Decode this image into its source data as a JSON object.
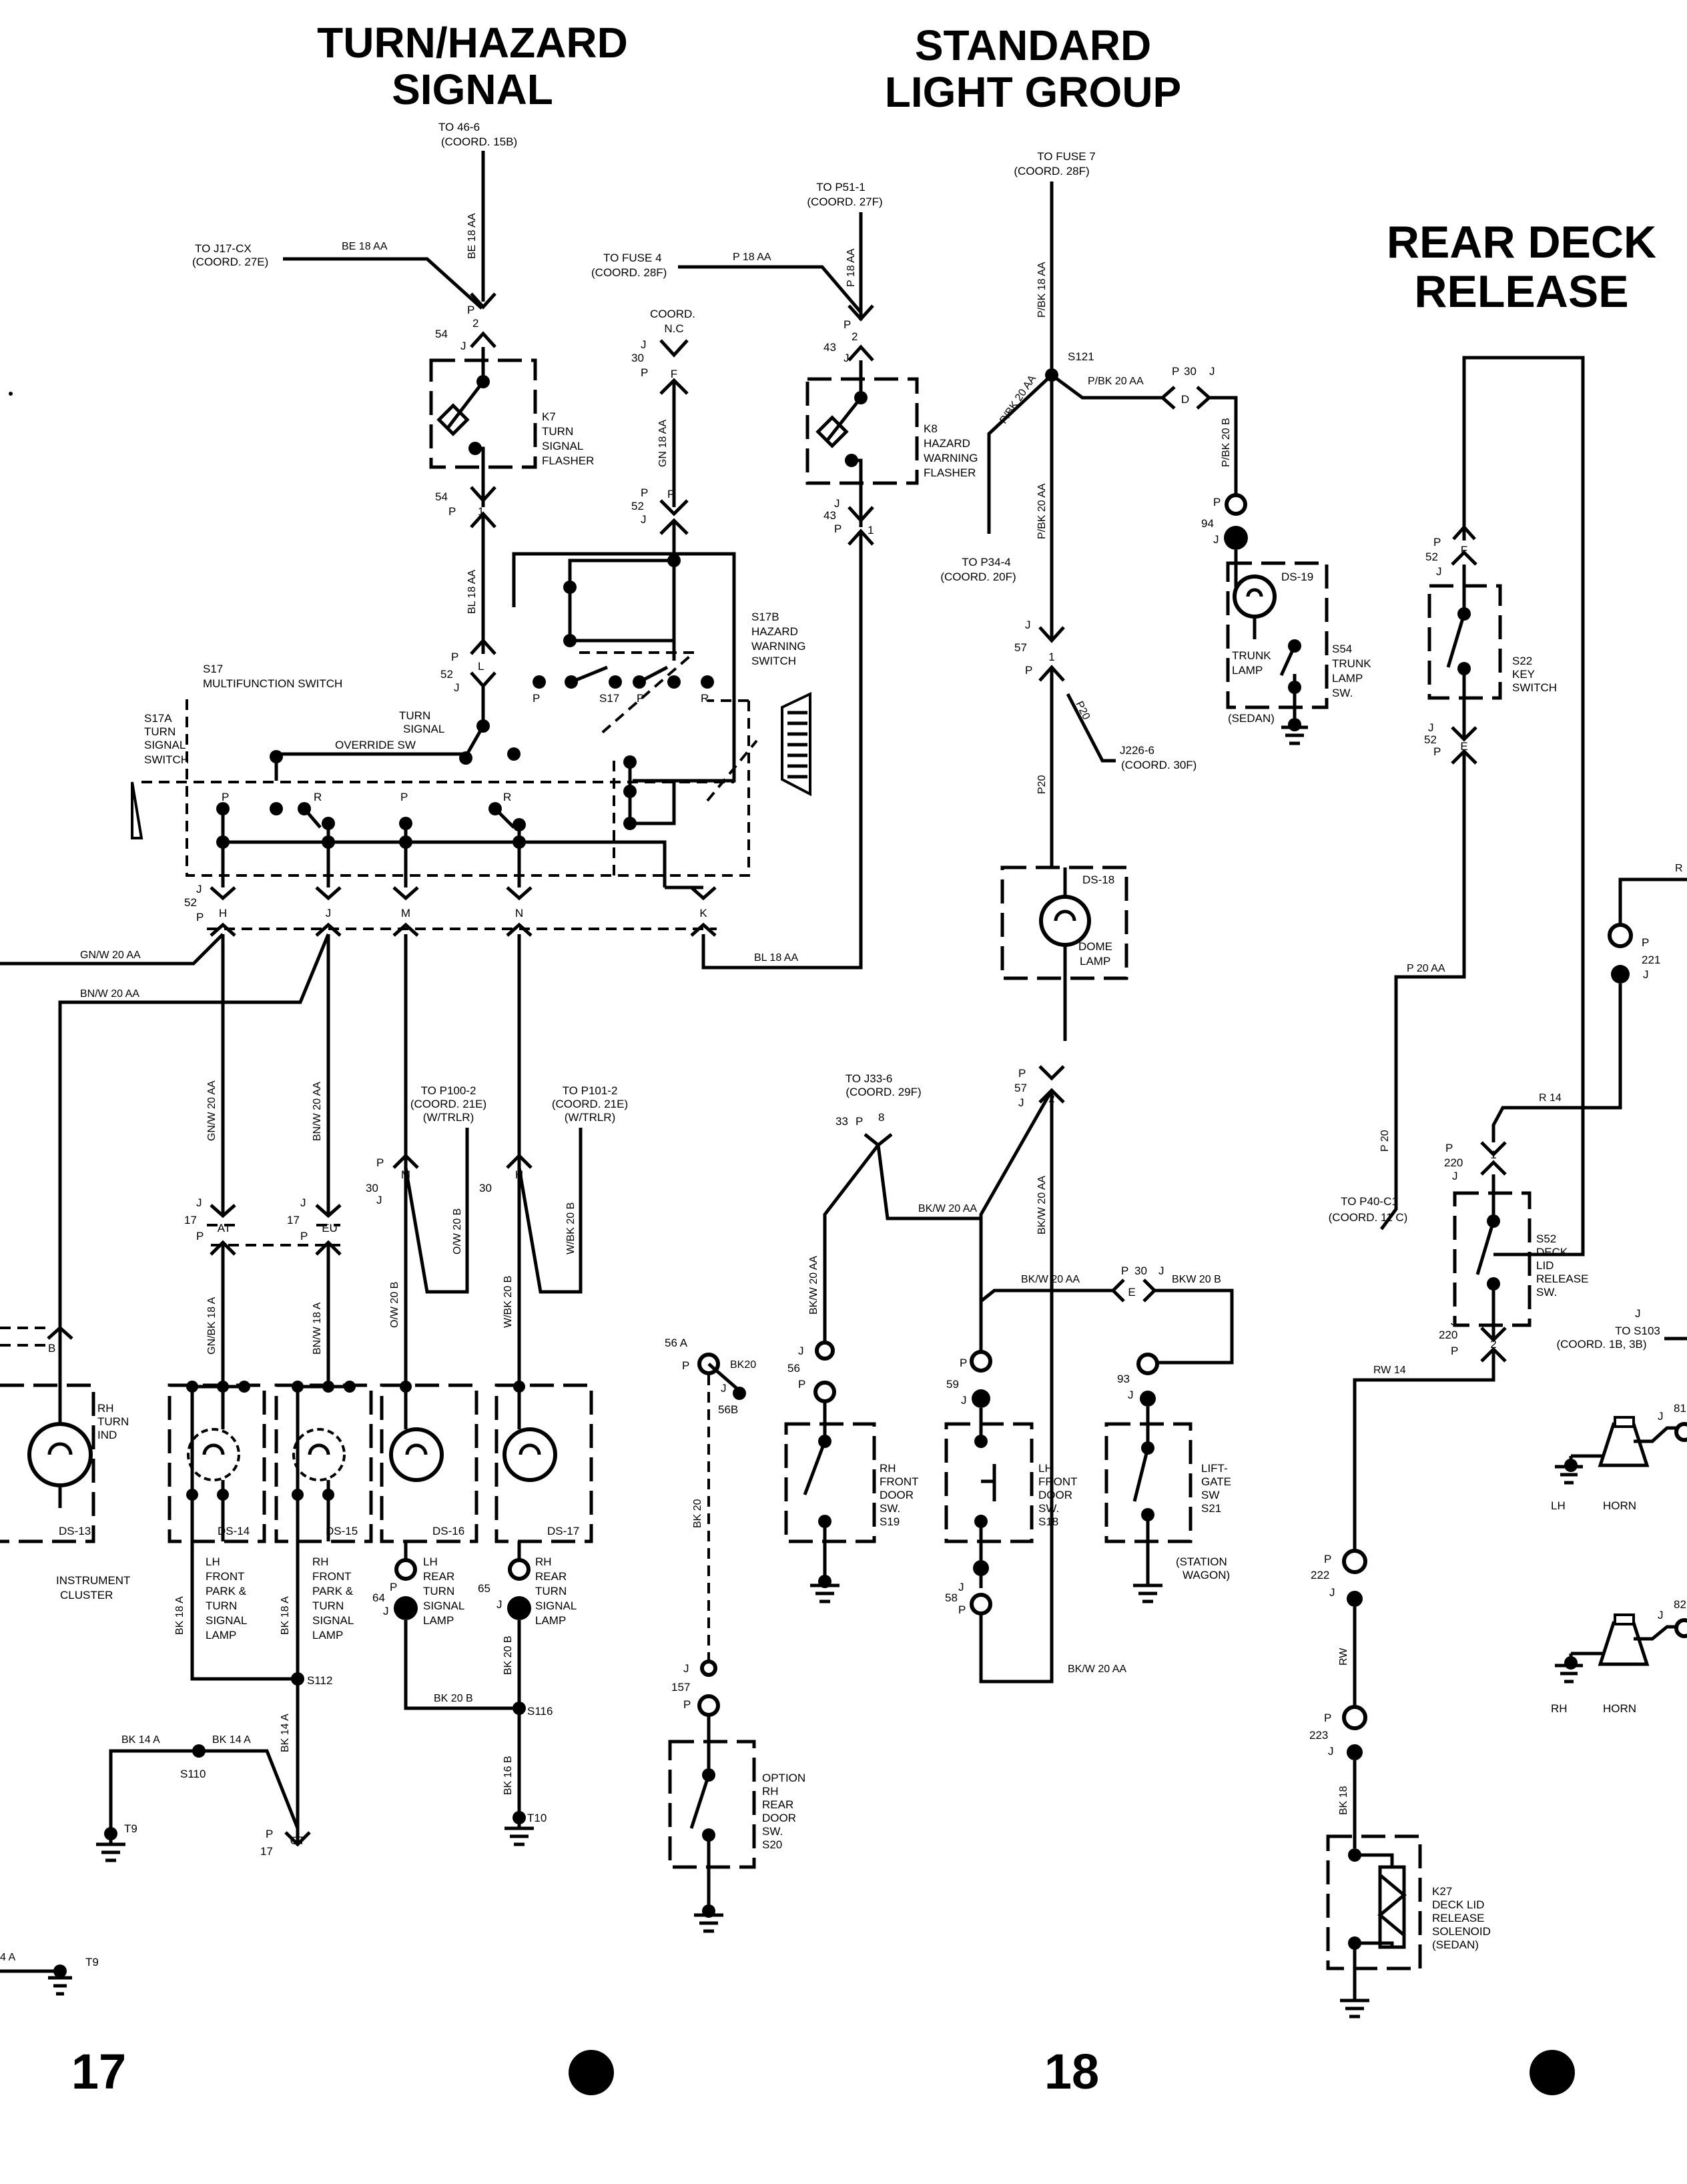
{
  "titles": {
    "turn_hazard": [
      "TURN/HAZARD",
      "SIGNAL"
    ],
    "standard_light": [
      "STANDARD",
      "LIGHT GROUP"
    ],
    "rear_deck": [
      "REAR DECK",
      "RELEASE"
    ]
  },
  "page_numbers": {
    "left": "17",
    "right": "18"
  },
  "references": {
    "to_46_6": [
      "TO 46-6",
      "(COORD. 15B)"
    ],
    "to_j17_cx": [
      "TO J17-CX",
      "(COORD. 27E)"
    ],
    "to_fuse4": [
      "TO FUSE 4",
      "(COORD. 28F)"
    ],
    "coord_nc": [
      "COORD.",
      "N.C"
    ],
    "to_p51_1": [
      "TO P51-1",
      "(COORD. 27F)"
    ],
    "to_fuse7": [
      "TO FUSE 7",
      "(COORD. 28F)"
    ],
    "to_p34_4": [
      "TO P34-4",
      "(COORD. 20F)"
    ],
    "j226_6": [
      "J226-6",
      "(COORD. 30F)"
    ],
    "to_p100_2": [
      "TO P100-2",
      "(COORD. 21E)",
      "(W/TRLR)"
    ],
    "to_p101_2": [
      "TO P101-2",
      "(COORD. 21E)",
      "(W/TRLR)"
    ],
    "to_j33_6": [
      "TO J33-6",
      "(COORD. 29F)"
    ],
    "to_p40_c1": [
      "TO P40-C1",
      "(COORD. 11 C)"
    ],
    "to_s103": [
      "TO S103",
      "(COORD. 1B, 3B)"
    ]
  },
  "components": {
    "k7": [
      "K7",
      "TURN",
      "SIGNAL",
      "FLASHER"
    ],
    "k8": [
      "K8",
      "HAZARD",
      "WARNING",
      "FLASHER"
    ],
    "s17": [
      "S17",
      "MULTIFUNCTION SWITCH"
    ],
    "s17a": [
      "S17A",
      "TURN",
      "SIGNAL",
      "SWITCH"
    ],
    "s17b": [
      "S17B",
      "HAZARD",
      "WARNING",
      "SWITCH"
    ],
    "override": [
      "TURN",
      "SIGNAL",
      "OVERRIDE SW"
    ],
    "ds19": "DS-19",
    "trunk_lamp": [
      "TRUNK",
      "LAMP"
    ],
    "sedan": "(SEDAN)",
    "s54": [
      "S54",
      "TRUNK",
      "LAMP",
      "SW."
    ],
    "ds18": "DS-18",
    "dome_lamp": [
      "DOME",
      "LAMP"
    ],
    "s22": [
      "S22",
      "KEY",
      "SWITCH"
    ],
    "s52": [
      "S52",
      "DECK",
      "LID",
      "RELEASE",
      "SW."
    ],
    "rh_turn_ind": [
      "RH",
      "TURN",
      "IND"
    ],
    "ds13": "DS-13",
    "instrument_cluster": [
      "INSTRUMENT",
      "CLUSTER"
    ],
    "ds14": "DS-14",
    "ds15": "DS-15",
    "ds16": "DS-16",
    "ds17": "DS-17",
    "lh_front_park": [
      "LH",
      "FRONT",
      "PARK &",
      "TURN",
      "SIGNAL",
      "LAMP"
    ],
    "rh_front_park": [
      "RH",
      "FRONT",
      "PARK &",
      "TURN",
      "SIGNAL",
      "LAMP"
    ],
    "lh_rear_turn": [
      "LH",
      "REAR",
      "TURN",
      "SIGNAL",
      "LAMP"
    ],
    "rh_rear_turn": [
      "RH",
      "REAR",
      "TURN",
      "SIGNAL",
      "LAMP"
    ],
    "s19": [
      "RH",
      "FRONT",
      "DOOR",
      "SW.",
      "S19"
    ],
    "s18": [
      "LH",
      "FRONT",
      "DOOR",
      "SW.",
      "S18"
    ],
    "s21": [
      "LIFT-",
      "GATE",
      "SW",
      "S21"
    ],
    "station_wagon": [
      "(STATION",
      "WAGON)"
    ],
    "s20": [
      "OPTION",
      "RH",
      "REAR",
      "DOOR",
      "SW.",
      "S20"
    ],
    "lh_horn": [
      "LH",
      "HORN"
    ],
    "rh_horn": [
      "RH",
      "HORN"
    ],
    "k27": [
      "K27",
      "DECK LID",
      "RELEASE",
      "SOLENOID",
      "(SEDAN)"
    ]
  },
  "splices": [
    "S121",
    "S112",
    "S110",
    "S116",
    "T9",
    "T10"
  ],
  "wires": {
    "be18aa": "BE 18 AA",
    "p18aa": "P 18 AA",
    "pbk18aa": "P/BK 18 AA",
    "pbk20aa": "P/BK 20 AA",
    "pbk20b": "P/BK 20 B",
    "gn18aa": "GN 18 AA",
    "bl18aa": "BL 18 AA",
    "gnw20aa": "GN/W 20 AA",
    "bnw20aa": "BN/W 20 AA",
    "gnbk18a": "GN/BK 18 A",
    "bnw18a": "BN/W 18 A",
    "ow20b": "O/W 20 B",
    "wbk20b": "W/BK 20 B",
    "bk18a": "BK 18 A",
    "bk14a": "BK 14 A",
    "bk20b": "BK 20 B",
    "bk16b": "BK 16 B",
    "p20": "P20",
    "bkw20aa": "BK/W 20 AA",
    "bkw20b": "BKW 20 B",
    "bk20": "BK 20",
    "bk20_tag": "BK20",
    "p20aa": "P 20 AA",
    "p20v": "P 20",
    "r14": "R 14",
    "rw14": "RW 14",
    "rw": "RW",
    "bk18": "BK 18",
    "r_cut": "R",
    "bk14a_cut": "4 A"
  },
  "pins": {
    "c54": [
      "54",
      "P",
      "J",
      "2",
      "1"
    ],
    "c52": [
      "52",
      "J",
      "P",
      "L",
      "H",
      "J",
      "M",
      "N",
      "K",
      "P"
    ],
    "c30": [
      "30",
      "P",
      "J",
      "F",
      "D"
    ],
    "c43": [
      "43",
      "P",
      "J",
      "2",
      "1"
    ],
    "c57": [
      "57",
      "J",
      "P",
      "1",
      "2"
    ],
    "c17": [
      "17",
      "J",
      "P",
      "AT",
      "EU",
      "CT"
    ],
    "c30b": [
      "30",
      "J",
      "M",
      "H",
      "E"
    ],
    "c220": [
      "220",
      "J",
      "P",
      "1",
      "2"
    ],
    "misc": [
      "221",
      "94",
      "56",
      "58",
      "59",
      "93",
      "64",
      "65",
      "33",
      "8",
      "56 A",
      "56B",
      "157",
      "222",
      "223",
      "81",
      "82",
      "B"
    ]
  }
}
